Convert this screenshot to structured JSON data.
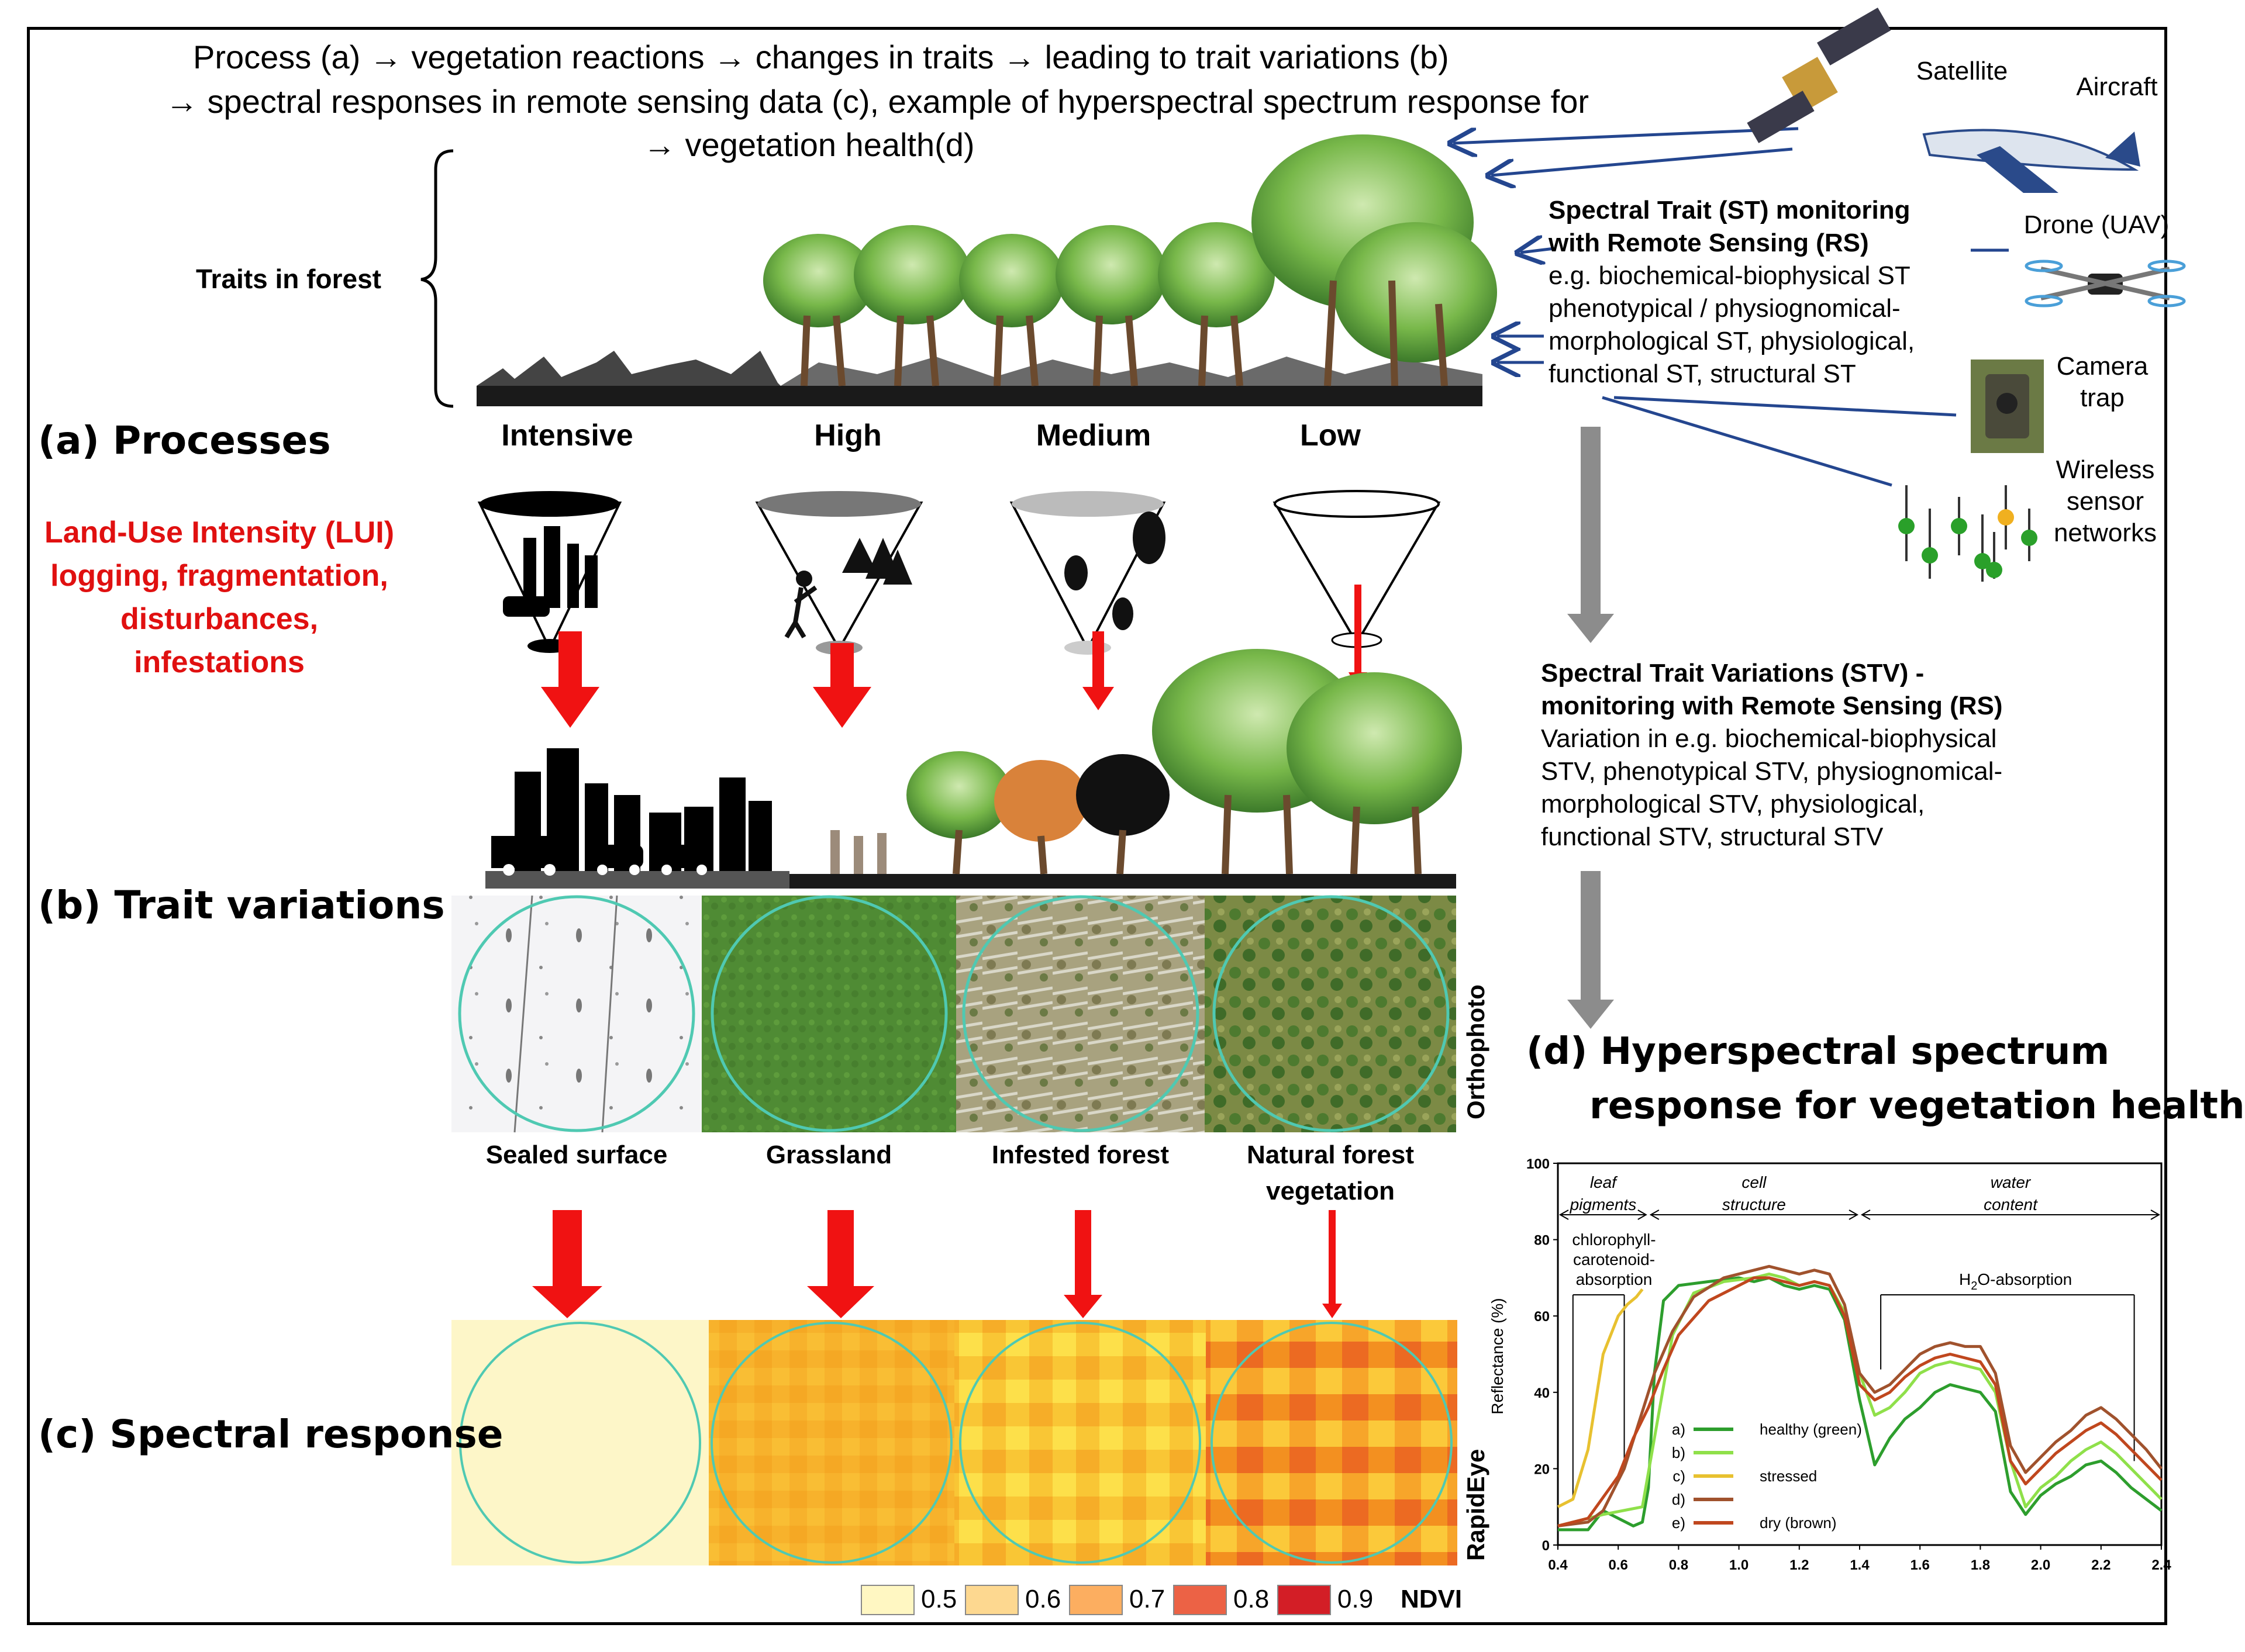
{
  "header": {
    "line1": "Process (a) → vegetation reactions → changes in traits → leading to trait variations (b)",
    "line2": "→ spectral responses in remote sensing data (c), example of hyperspectral spectrum response for",
    "line3": "→ vegetation health(d)"
  },
  "traits_in_forest_label": "Traits in forest",
  "sections": {
    "a": "(a) Processes",
    "b": "(b) Trait variations",
    "c": "(c) Spectral response",
    "d_line1": "(d) Hyperspectral spectrum",
    "d_line2": "response for vegetation health"
  },
  "intensity_levels": [
    "Intensive",
    "High",
    "Medium",
    "Low"
  ],
  "lui": {
    "line1": "Land-Use Intensity (LUI)",
    "line2": "logging, fragmentation,",
    "line3": "disturbances,",
    "line4": "infestations"
  },
  "land_cover": {
    "sealed": "Sealed surface",
    "grassland": "Grassland",
    "infested": "Infested forest",
    "natural_line1": "Natural forest",
    "natural_line2": "vegetation"
  },
  "image_labels": {
    "orthophoto": "Orthophoto",
    "rapideye": "RapidEye"
  },
  "platforms": {
    "satellite": "Satellite",
    "aircraft": "Aircraft",
    "drone": "Drone (UAV)",
    "camera_line1": "Camera",
    "camera_line2": "trap",
    "wsn_line1": "Wireless",
    "wsn_line2": "sensor",
    "wsn_line3": "networks"
  },
  "st_block": {
    "title1": "Spectral Trait (ST) monitoring",
    "title2": "with Remote Sensing (RS)",
    "line1": "e.g. biochemical-biophysical ST",
    "line2": "phenotypical / physiognomical-",
    "line3": "morphological ST, physiological,",
    "line4": "functional ST, structural ST"
  },
  "stv_block": {
    "title1": "Spectral Trait Variations (STV) -",
    "title2": "monitoring  with Remote Sensing (RS)",
    "line1": "Variation in e.g. biochemical-biophysical",
    "line2": "STV, phenotypical STV, physiognomical-",
    "line3": "morphological STV, physiological,",
    "line4": "functional STV, structural STV"
  },
  "ndvi_legend": {
    "title": "NDVI",
    "items": [
      {
        "label": "0.5",
        "color": "#fff7c2"
      },
      {
        "label": "0.6",
        "color": "#fdd890"
      },
      {
        "label": "0.7",
        "color": "#fcae60"
      },
      {
        "label": "0.8",
        "color": "#ec6245"
      },
      {
        "label": "0.9",
        "color": "#d31e26"
      }
    ]
  },
  "colors": {
    "red_arrow": "#f01212",
    "blue_arrow": "#24468f",
    "gray_arrow": "#8c8c8c",
    "circle": "#4fc9b2",
    "sealed": "#fdf6c8",
    "grassland": "#f7b42a",
    "infested": "#f9c435",
    "natural": "#f4901c"
  },
  "chart_data": {
    "type": "line",
    "title": "",
    "xlabel": "",
    "ylabel": "Reflectance (%)",
    "xlim": [
      0.4,
      2.4
    ],
    "ylim": [
      0,
      100
    ],
    "x_ticks": [
      "0.4",
      "0.6",
      "0.8",
      "1.0",
      "1.2",
      "1.4",
      "1.6",
      "1.8",
      "2.0",
      "2.2",
      "2.4"
    ],
    "y_ticks": [
      "0",
      "20",
      "40",
      "60",
      "80",
      "100"
    ],
    "regions": [
      {
        "label_line1": "leaf",
        "label_line2": "pigments",
        "from": 0.4,
        "to": 0.7
      },
      {
        "label_line1": "cell",
        "label_line2": "structure",
        "from": 0.7,
        "to": 1.4
      },
      {
        "label_line1": "water",
        "label_line2": "content",
        "from": 1.4,
        "to": 2.4
      }
    ],
    "annotations": {
      "pigment_line1": "chlorophyll-",
      "pigment_line2": "carotenoid-",
      "pigment_line3": "absorption",
      "water_prefix": "H",
      "water_sub": "2",
      "water_suffix": "O-absorption"
    },
    "series": [
      {
        "key": "a)",
        "name": "healthy (green)",
        "color": "#2d9e2d",
        "x": [
          0.4,
          0.5,
          0.55,
          0.65,
          0.68,
          0.7,
          0.72,
          0.75,
          0.8,
          0.9,
          1.0,
          1.05,
          1.1,
          1.15,
          1.2,
          1.25,
          1.3,
          1.35,
          1.4,
          1.45,
          1.5,
          1.55,
          1.6,
          1.65,
          1.7,
          1.75,
          1.8,
          1.85,
          1.9,
          1.95,
          2.0,
          2.05,
          2.1,
          2.15,
          2.2,
          2.25,
          2.3,
          2.35,
          2.4
        ],
        "y": [
          4,
          4,
          9,
          5,
          6,
          15,
          45,
          64,
          68,
          69,
          70,
          69,
          70,
          68,
          67,
          68,
          67,
          59,
          38,
          21,
          28,
          33,
          36,
          40,
          42,
          41,
          40,
          35,
          14,
          8,
          13,
          16,
          18,
          21,
          22,
          19,
          15,
          12,
          9
        ]
      },
      {
        "key": "b)",
        "name": "",
        "color": "#8fe04a",
        "x": [
          0.4,
          0.55,
          0.68,
          0.72,
          0.78,
          0.85,
          0.95,
          1.05,
          1.1,
          1.15,
          1.2,
          1.25,
          1.3,
          1.35,
          1.4,
          1.45,
          1.5,
          1.55,
          1.6,
          1.65,
          1.7,
          1.75,
          1.8,
          1.85,
          1.9,
          1.95,
          2.0,
          2.05,
          2.1,
          2.15,
          2.2,
          2.25,
          2.3,
          2.35,
          2.4
        ],
        "y": [
          5,
          8,
          10,
          28,
          55,
          66,
          69,
          70,
          71,
          70,
          68,
          69,
          68,
          61,
          45,
          34,
          36,
          40,
          45,
          47,
          48,
          47,
          46,
          40,
          22,
          10,
          15,
          18,
          22,
          25,
          27,
          24,
          20,
          16,
          12
        ]
      },
      {
        "key": "c)",
        "name": "stressed",
        "color": "#e8c130",
        "x": [
          0.4,
          0.45,
          0.5,
          0.55,
          0.6,
          0.63,
          0.66,
          0.68
        ],
        "y": [
          10,
          12,
          25,
          50,
          60,
          63,
          65,
          67
        ]
      },
      {
        "key": "d)",
        "name": "",
        "color": "#a0522d",
        "x": [
          0.4,
          0.5,
          0.55,
          0.62,
          0.68,
          0.72,
          0.78,
          0.85,
          0.95,
          1.05,
          1.1,
          1.15,
          1.2,
          1.25,
          1.3,
          1.35,
          1.4,
          1.45,
          1.5,
          1.55,
          1.6,
          1.65,
          1.7,
          1.75,
          1.8,
          1.85,
          1.9,
          1.95,
          2.0,
          2.05,
          2.1,
          2.15,
          2.2,
          2.25,
          2.3,
          2.35,
          2.4
        ],
        "y": [
          5,
          6,
          9,
          20,
          35,
          45,
          56,
          65,
          70,
          72,
          73,
          72,
          71,
          72,
          71,
          63,
          45,
          40,
          42,
          46,
          50,
          52,
          53,
          52,
          52,
          45,
          26,
          19,
          23,
          27,
          30,
          34,
          36,
          33,
          29,
          25,
          20
        ]
      },
      {
        "key": "e)",
        "name": "dry (brown)",
        "color": "#c0471e",
        "x": [
          0.4,
          0.5,
          0.6,
          0.65,
          0.7,
          0.75,
          0.8,
          0.9,
          1.0,
          1.05,
          1.1,
          1.15,
          1.2,
          1.25,
          1.3,
          1.35,
          1.4,
          1.45,
          1.5,
          1.55,
          1.6,
          1.65,
          1.7,
          1.75,
          1.8,
          1.85,
          1.9,
          1.95,
          2.0,
          2.05,
          2.1,
          2.15,
          2.2,
          2.25,
          2.3,
          2.35,
          2.4
        ],
        "y": [
          5,
          7,
          18,
          28,
          36,
          46,
          55,
          64,
          68,
          70,
          70,
          69,
          68,
          69,
          68,
          60,
          42,
          38,
          40,
          44,
          47,
          49,
          50,
          49,
          48,
          42,
          22,
          16,
          20,
          24,
          27,
          30,
          32,
          29,
          25,
          21,
          17
        ]
      }
    ]
  }
}
